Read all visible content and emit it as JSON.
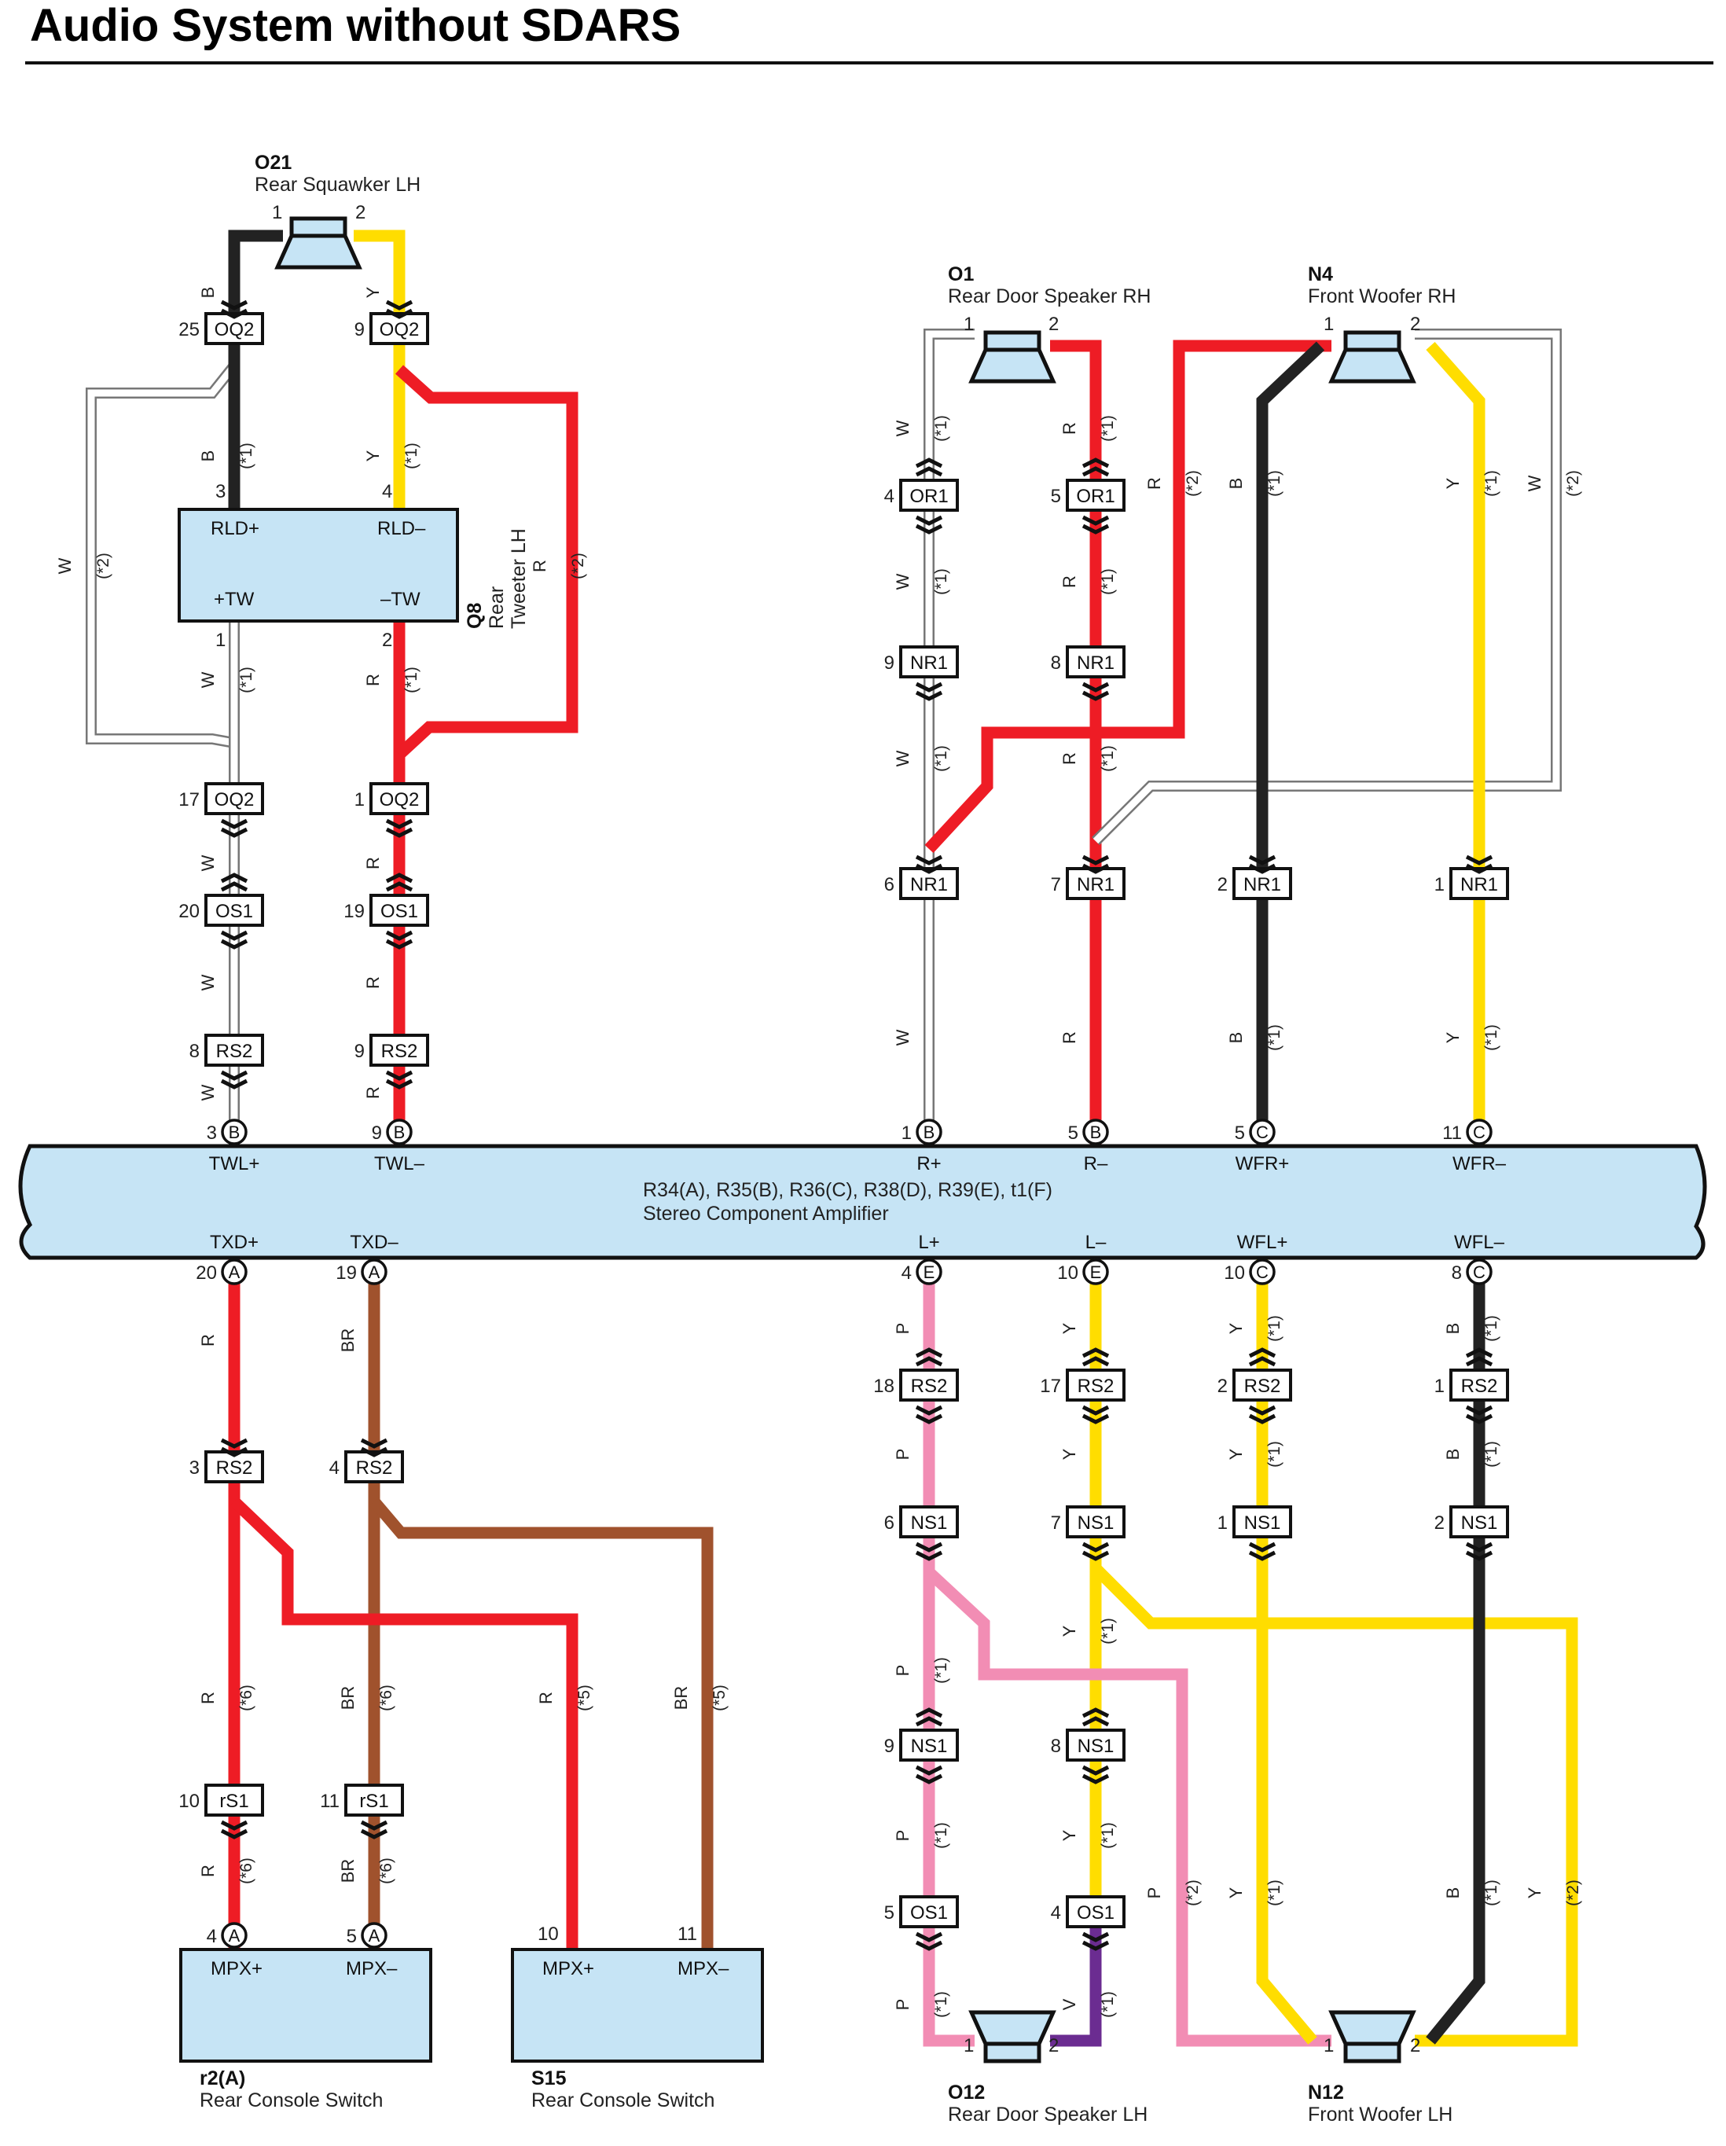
{
  "title": "Audio System without SDARS",
  "colors": {
    "R": "#ee1c25",
    "W": "#ffffff",
    "B": "#222222",
    "Y": "#ffdd00",
    "BR": "#a0522d",
    "P": "#f28db4",
    "V": "#6b2c91",
    "box": "#c6e4f5"
  },
  "amplifier": {
    "name": "R34(A), R35(B), R36(C), R38(D), R39(E), t1(F)",
    "desc": "Stereo Component Amplifier",
    "top_terminals": [
      {
        "label": "TWL+",
        "pin": "3",
        "conn": "B"
      },
      {
        "label": "TWL–",
        "pin": "9",
        "conn": "B"
      },
      {
        "label": "R+",
        "pin": "1",
        "conn": "B"
      },
      {
        "label": "R–",
        "pin": "5",
        "conn": "B"
      },
      {
        "label": "WFR+",
        "pin": "5",
        "conn": "C"
      },
      {
        "label": "WFR–",
        "pin": "11",
        "conn": "C"
      }
    ],
    "bottom_terminals": [
      {
        "label": "TXD+",
        "pin": "20",
        "conn": "A"
      },
      {
        "label": "TXD–",
        "pin": "19",
        "conn": "A"
      },
      {
        "label": "L+",
        "pin": "4",
        "conn": "E"
      },
      {
        "label": "L–",
        "pin": "10",
        "conn": "E"
      },
      {
        "label": "WFL+",
        "pin": "10",
        "conn": "C"
      },
      {
        "label": "WFL–",
        "pin": "8",
        "conn": "C"
      }
    ]
  },
  "components": {
    "o21": {
      "id": "O21",
      "name": "Rear Squawker LH",
      "pin1": "1",
      "pin2": "2"
    },
    "q8": {
      "id": "Q8",
      "line1": "Rear",
      "line2": "Tweeter LH",
      "p_rldp": "RLD+",
      "p_rldm": "RLD–",
      "p_twp": "+TW",
      "p_twm": "–TW",
      "pin3": "3",
      "pin4": "4",
      "pin1": "1",
      "pin2": "2"
    },
    "o1": {
      "id": "O1",
      "name": "Rear Door Speaker RH",
      "pin1": "1",
      "pin2": "2"
    },
    "n4": {
      "id": "N4",
      "name": "Front Woofer RH",
      "pin1": "1",
      "pin2": "2"
    },
    "o12": {
      "id": "O12",
      "name": "Rear Door Speaker LH",
      "pin1": "1",
      "pin2": "2"
    },
    "n12": {
      "id": "N12",
      "name": "Front Woofer LH",
      "pin1": "1",
      "pin2": "2"
    },
    "r2": {
      "id": "r2(A)",
      "name": "Rear Console Switch",
      "p1": "MPX+",
      "p2": "MPX–",
      "pin1": "4",
      "pin2": "5",
      "c1": "A",
      "c2": "A"
    },
    "s15": {
      "id": "S15",
      "name": "Rear Console Switch",
      "p1": "MPX+",
      "p2": "MPX–",
      "pin1": "10",
      "pin2": "11"
    }
  },
  "connectors": [
    {
      "pin": "25",
      "label": "OQ2"
    },
    {
      "pin": "9",
      "label": "OQ2"
    },
    {
      "pin": "17",
      "label": "OQ2"
    },
    {
      "pin": "1",
      "label": "OQ2"
    },
    {
      "pin": "20",
      "label": "OS1"
    },
    {
      "pin": "19",
      "label": "OS1"
    },
    {
      "pin": "8",
      "label": "RS2"
    },
    {
      "pin": "9",
      "label": "RS2"
    },
    {
      "pin": "4",
      "label": "OR1"
    },
    {
      "pin": "5",
      "label": "OR1"
    },
    {
      "pin": "9",
      "label": "NR1"
    },
    {
      "pin": "8",
      "label": "NR1"
    },
    {
      "pin": "6",
      "label": "NR1"
    },
    {
      "pin": "7",
      "label": "NR1"
    },
    {
      "pin": "2",
      "label": "NR1"
    },
    {
      "pin": "1",
      "label": "NR1"
    },
    {
      "pin": "3",
      "label": "RS2"
    },
    {
      "pin": "4",
      "label": "RS2"
    },
    {
      "pin": "10",
      "label": "rS1"
    },
    {
      "pin": "11",
      "label": "rS1"
    },
    {
      "pin": "18",
      "label": "RS2"
    },
    {
      "pin": "17",
      "label": "RS2"
    },
    {
      "pin": "2",
      "label": "RS2"
    },
    {
      "pin": "1",
      "label": "RS2"
    },
    {
      "pin": "6",
      "label": "NS1"
    },
    {
      "pin": "7",
      "label": "NS1"
    },
    {
      "pin": "1",
      "label": "NS1"
    },
    {
      "pin": "2",
      "label": "NS1"
    },
    {
      "pin": "9",
      "label": "NS1"
    },
    {
      "pin": "8",
      "label": "NS1"
    },
    {
      "pin": "5",
      "label": "OS1"
    },
    {
      "pin": "4",
      "label": "OS1"
    }
  ],
  "wire_labels": [
    {
      "color": "B",
      "note": ""
    },
    {
      "color": "Y",
      "note": ""
    },
    {
      "color": "B",
      "note": "(*1)"
    },
    {
      "color": "Y",
      "note": "(*1)"
    },
    {
      "color": "W",
      "note": "(*2)"
    },
    {
      "color": "R",
      "note": "(*2)"
    },
    {
      "color": "W",
      "note": "(*1)"
    },
    {
      "color": "R",
      "note": "(*1)"
    },
    {
      "color": "W",
      "note": ""
    },
    {
      "color": "R",
      "note": ""
    },
    {
      "color": "W",
      "note": ""
    },
    {
      "color": "R",
      "note": ""
    },
    {
      "color": "W",
      "note": ""
    },
    {
      "color": "R",
      "note": ""
    },
    {
      "color": "W",
      "note": "(*1)"
    },
    {
      "color": "R",
      "note": "(*1)"
    },
    {
      "color": "R",
      "note": "(*2)"
    },
    {
      "color": "B",
      "note": "(*1)"
    },
    {
      "color": "Y",
      "note": "(*1)"
    },
    {
      "color": "W",
      "note": "(*2)"
    },
    {
      "color": "W",
      "note": "(*1)"
    },
    {
      "color": "R",
      "note": "(*1)"
    },
    {
      "color": "W",
      "note": "(*1)"
    },
    {
      "color": "R",
      "note": "(*1)"
    },
    {
      "color": "W",
      "note": ""
    },
    {
      "color": "R",
      "note": ""
    },
    {
      "color": "B",
      "note": "(*1)"
    },
    {
      "color": "Y",
      "note": "(*1)"
    },
    {
      "color": "R",
      "note": ""
    },
    {
      "color": "BR",
      "note": ""
    },
    {
      "color": "R",
      "note": "(*6)"
    },
    {
      "color": "BR",
      "note": "(*6)"
    },
    {
      "color": "R",
      "note": "(*5)"
    },
    {
      "color": "BR",
      "note": "(*5)"
    },
    {
      "color": "R",
      "note": "(*6)"
    },
    {
      "color": "BR",
      "note": "(*6)"
    },
    {
      "color": "P",
      "note": ""
    },
    {
      "color": "Y",
      "note": ""
    },
    {
      "color": "Y",
      "note": "(*1)"
    },
    {
      "color": "B",
      "note": "(*1)"
    },
    {
      "color": "P",
      "note": ""
    },
    {
      "color": "Y",
      "note": ""
    },
    {
      "color": "Y",
      "note": "(*1)"
    },
    {
      "color": "B",
      "note": "(*1)"
    },
    {
      "color": "P",
      "note": "(*1)"
    },
    {
      "color": "Y",
      "note": "(*1)"
    },
    {
      "color": "P",
      "note": "(*1)"
    },
    {
      "color": "Y",
      "note": "(*1)"
    },
    {
      "color": "P",
      "note": "(*1)"
    },
    {
      "color": "V",
      "note": "(*1)"
    },
    {
      "color": "P",
      "note": "(*2)"
    },
    {
      "color": "Y",
      "note": "(*1)"
    },
    {
      "color": "B",
      "note": "(*1)"
    },
    {
      "color": "Y",
      "note": "(*2)"
    }
  ]
}
